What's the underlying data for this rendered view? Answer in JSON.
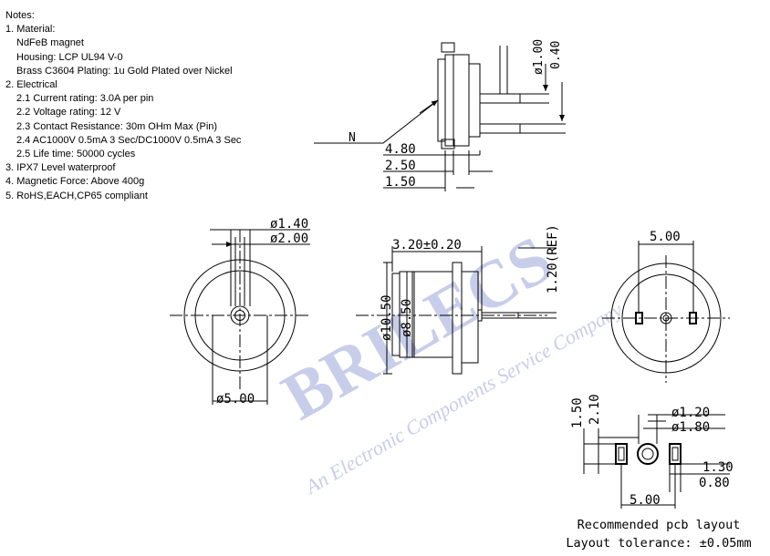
{
  "notes": {
    "title": "Notes:",
    "lines": [
      {
        "text": "1. Material:",
        "level": 0
      },
      {
        "text": "NdFeB magnet",
        "level": 1
      },
      {
        "text": "Housing: LCP UL94 V-0",
        "level": 1
      },
      {
        "text": "Brass C3604 Plating: 1u Gold Plated over Nickel",
        "level": 1
      },
      {
        "text": "2. Electrical",
        "level": 0
      },
      {
        "text": "2.1 Current rating: 3.0A per pin",
        "level": 1
      },
      {
        "text": "2.2 Voltage rating: 12 V",
        "level": 1
      },
      {
        "text": "2.3 Contact Resistance: 30m OHm Max (Pin)",
        "level": 1
      },
      {
        "text": "2.4 AC1000V 0.5mA 3 Sec/DC1000V 0.5mA 3 Sec",
        "level": 1
      },
      {
        "text": "2.5 Life time: 50000 cycles",
        "level": 1
      },
      {
        "text": "3. IPX7 Level waterproof",
        "level": 0
      },
      {
        "text": "4. Magnetic Force: Above 400g",
        "level": 0
      },
      {
        "text": "5. RoHS,EACH,CP65 compliant",
        "level": 0
      }
    ]
  },
  "top_view": {
    "dim_pin_dia": "ø1.00",
    "dim_offset": "0.40",
    "label_n": "N",
    "dim_480": "4.80",
    "dim_250": "2.50",
    "dim_150": "1.50"
  },
  "front_view": {
    "dim_dia_140": "ø1.40",
    "dim_dia_200": "ø2.00",
    "dim_dia_500": "ø5.00"
  },
  "side_view": {
    "dim_length": "3.20±0.20",
    "dim_ref": "1.20(REF)",
    "dim_dia_1050": "ø10.50",
    "dim_dia_850": "ø8.50"
  },
  "back_view": {
    "dim_spacing": "5.00"
  },
  "pcb_layout": {
    "dim_150": "1.50",
    "dim_210": "2.10",
    "dim_dia_120": "ø1.20",
    "dim_dia_180": "ø1.80",
    "dim_130": "1.30",
    "dim_080": "0.80",
    "dim_500": "5.00",
    "caption_1": "Recommended pcb layout",
    "caption_2": "Layout tolerance: ±0.05mm"
  },
  "watermark": {
    "brand": "BRILECS",
    "company": "An Electronic Components Service Company"
  }
}
